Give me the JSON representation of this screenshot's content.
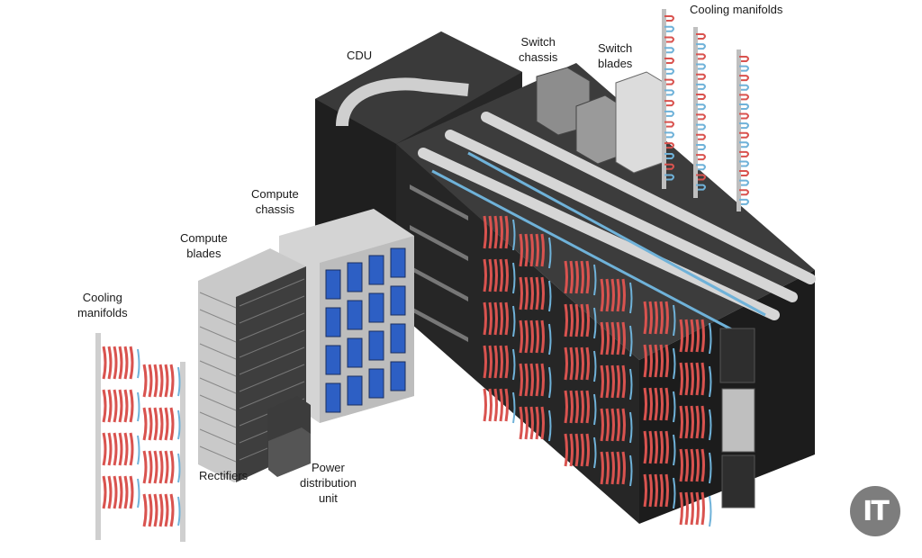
{
  "labels": {
    "cdu": "CDU",
    "switch_chassis": "Switch\nchassis",
    "switch_blades": "Switch\nblades",
    "cooling_manifolds_top": "Cooling manifolds",
    "compute_chassis": "Compute\nchassis",
    "compute_blades": "Compute\nblades",
    "cooling_manifolds_left": "Cooling\nmanifolds",
    "rectifiers": "Rectifiers",
    "power_distribution_unit": "Power\ndistribution\nunit"
  },
  "logo": {
    "text": "IT"
  },
  "colors": {
    "cabinet": "#2b2b2b",
    "cabinet_top": "#3a3a3a",
    "hose_red": "#d9534f",
    "hose_blue": "#6fb2d9",
    "pipe_grey": "#d6d6d6",
    "blade_blue": "#2d5fc4",
    "logo_grey": "#7d7d7d"
  }
}
